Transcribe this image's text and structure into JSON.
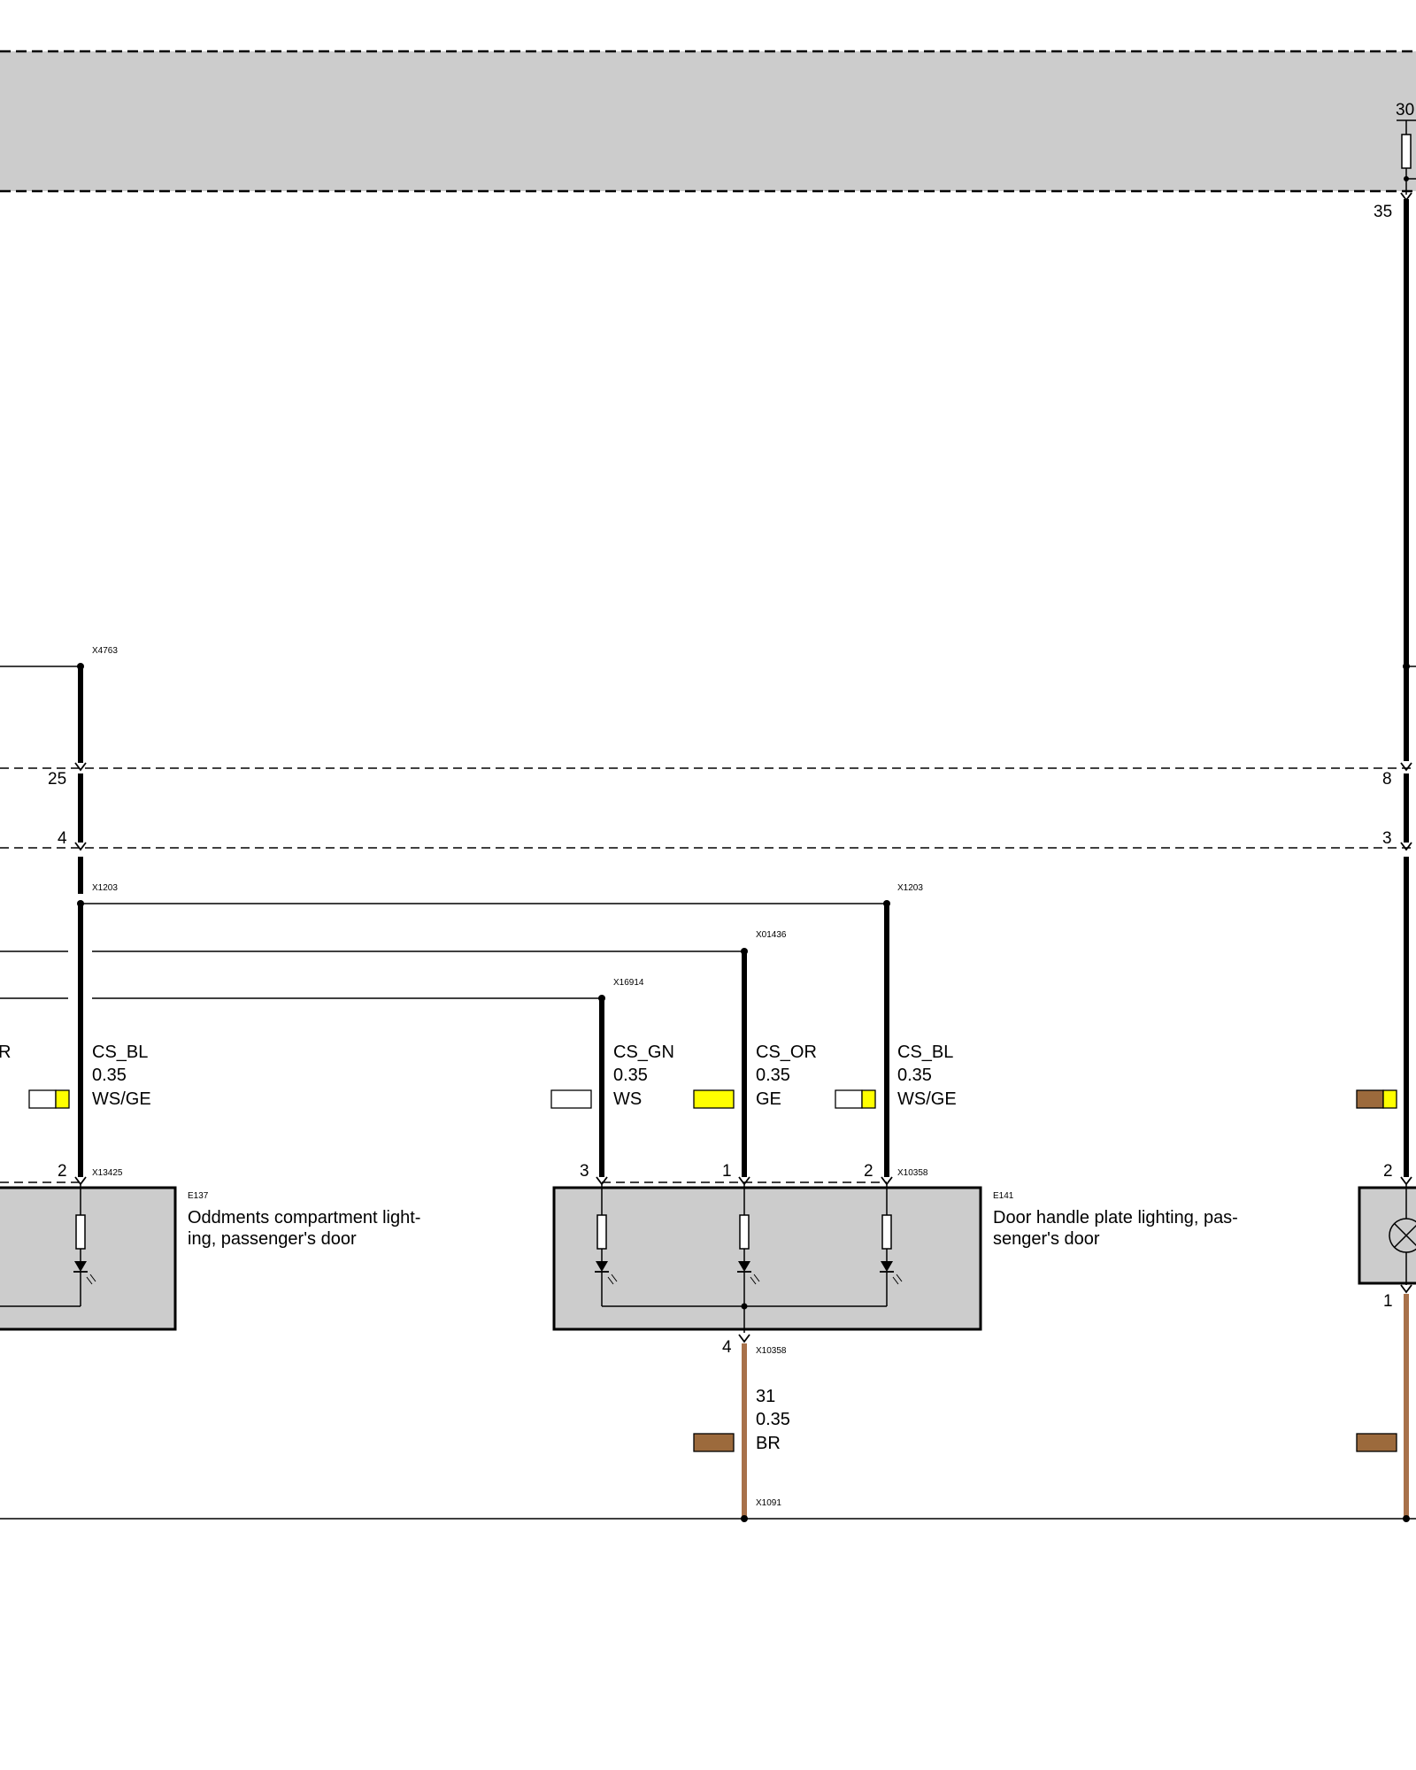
{
  "colors": {
    "wire_black": "#000000",
    "wire_brown": "#a8714a",
    "module_fill": "#cccccc",
    "swatch_white": "#ffffff",
    "swatch_yellow": "#ffff00",
    "swatch_brown": "#9c6a3c"
  },
  "top_module": {
    "pin_30": "30",
    "pin_35": "35"
  },
  "splices": {
    "x4763": "X4763"
  },
  "harness": {
    "pin_25": "25",
    "pin_8": "8",
    "pin_4": "4",
    "pin_3": "3"
  },
  "connectors": {
    "x1203_left": "X1203",
    "x1203_right": "X1203",
    "x01436": "X01436",
    "x16914": "X16914",
    "x13425": "X13425",
    "x10358_top": "X10358",
    "x10358_bottom": "X10358",
    "x1091": "X1091"
  },
  "wires": {
    "left_edge": {
      "code": "R"
    },
    "e137": {
      "code": "CS_BL",
      "size": "0.35",
      "color": "WS/GE"
    },
    "gn": {
      "code": "CS_GN",
      "size": "0.35",
      "color": "WS"
    },
    "or": {
      "code": "CS_OR",
      "size": "0.35",
      "color": "GE"
    },
    "bl": {
      "code": "CS_BL",
      "size": "0.35",
      "color": "WS/GE"
    },
    "ground": {
      "code": "31",
      "size": "0.35",
      "color": "BR"
    }
  },
  "components": {
    "e137": {
      "id": "E137",
      "name_line1": "Oddments compartment light-",
      "name_line2": "ing, passenger's door",
      "pin": "2"
    },
    "e141": {
      "id": "E141",
      "name_line1": "Door handle plate lighting, pas-",
      "name_line2": "senger's door",
      "pin_3": "3",
      "pin_1": "1",
      "pin_2": "2",
      "pin_4": "4"
    },
    "right_lamp": {
      "pin_2": "2",
      "pin_1": "1"
    }
  }
}
